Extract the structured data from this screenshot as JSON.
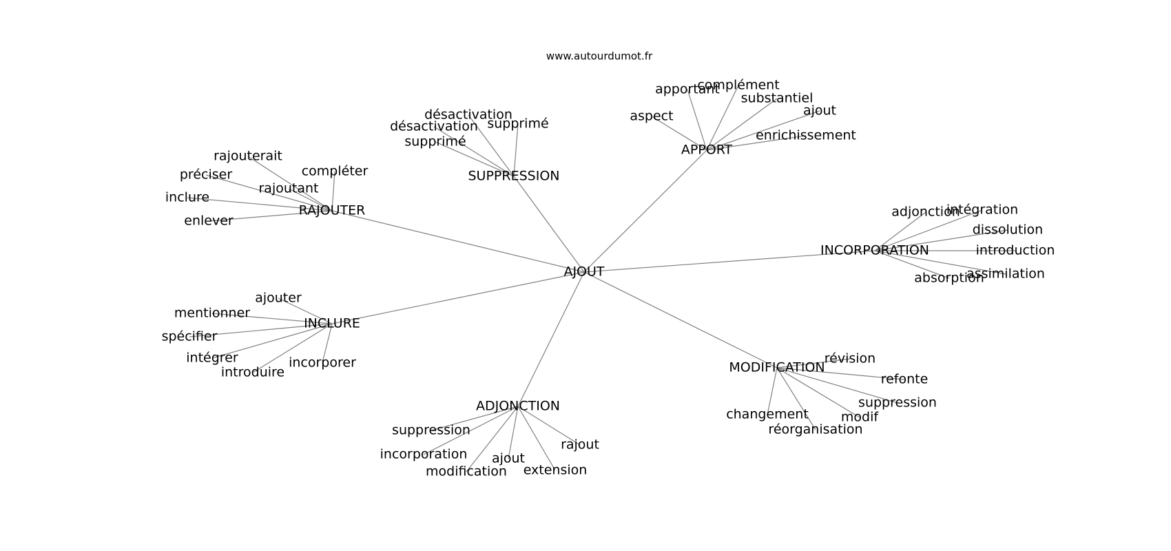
{
  "site": "www.autourdumot.fr",
  "root": "AJOUT",
  "clusters": [
    {
      "hub": "APPORT",
      "leaves": [
        "apportant",
        "complément",
        "substantiel",
        "ajout",
        "aspect",
        "enrichissement"
      ]
    },
    {
      "hub": "SUPPRESSION",
      "leaves": [
        "désactivation",
        "désactivation",
        "supprimé",
        "supprimé"
      ]
    },
    {
      "hub": "RAJOUTER",
      "leaves": [
        "rajouterait",
        "compléter",
        "préciser",
        "rajoutant",
        "inclure",
        "enlever"
      ]
    },
    {
      "hub": "INCORPORATION",
      "leaves": [
        "adjonction",
        "intégration",
        "dissolution",
        "introduction",
        "assimilation",
        "absorption"
      ]
    },
    {
      "hub": "INCLURE",
      "leaves": [
        "ajouter",
        "mentionner",
        "spécifier",
        "intégrer",
        "introduire",
        "incorporer"
      ]
    },
    {
      "hub": "MODIFICATION",
      "leaves": [
        "révision",
        "refonte",
        "suppression",
        "changement",
        "modif",
        "réorganisation"
      ]
    },
    {
      "hub": "ADJONCTION",
      "leaves": [
        "suppression",
        "incorporation",
        "ajout",
        "modification",
        "rajout",
        "extension"
      ]
    }
  ]
}
